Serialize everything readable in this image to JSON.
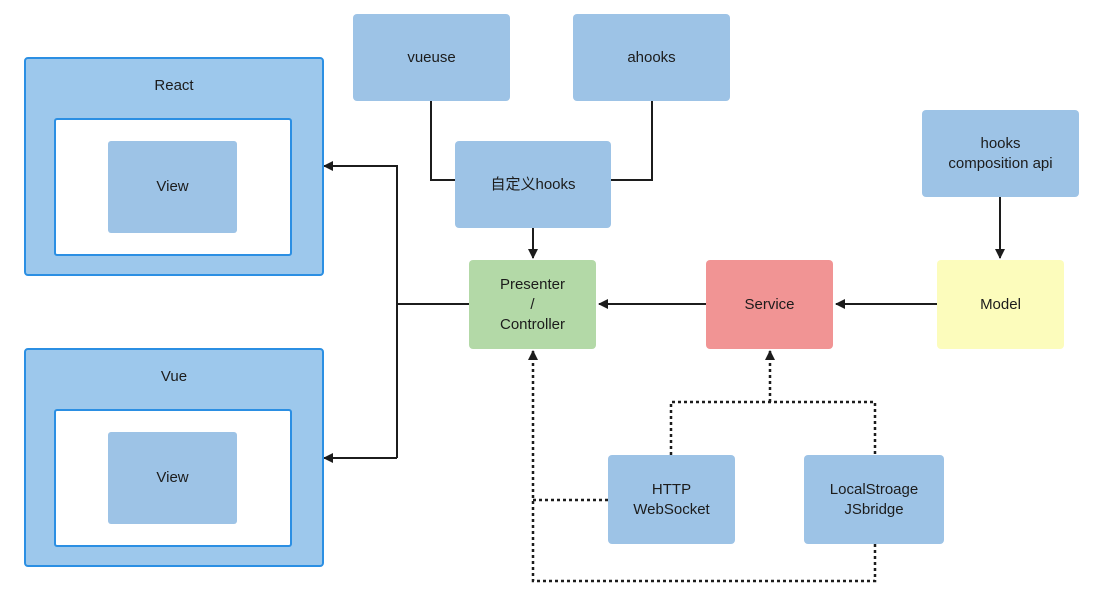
{
  "frames": {
    "react": {
      "title": "React",
      "view": "View"
    },
    "vue": {
      "title": "Vue",
      "view": "View"
    }
  },
  "nodes": {
    "vueuse": "vueuse",
    "ahooks": "ahooks",
    "custom_hooks": "自定义hooks",
    "hooks_api": [
      "hooks",
      "composition api"
    ],
    "presenter": [
      "Presenter",
      "/",
      "Controller"
    ],
    "service": "Service",
    "model": "Model",
    "http": [
      "HTTP",
      "WebSocket"
    ],
    "local": [
      "LocalStroage",
      "JSbridge"
    ]
  },
  "colors": {
    "node_blue": "#9dc3e6",
    "presenter_green": "#b3d9a7",
    "service_red": "#f19494",
    "model_yellow": "#fcfcbc",
    "frame_border": "#2b8fe3",
    "line": "#1c1c1c"
  }
}
